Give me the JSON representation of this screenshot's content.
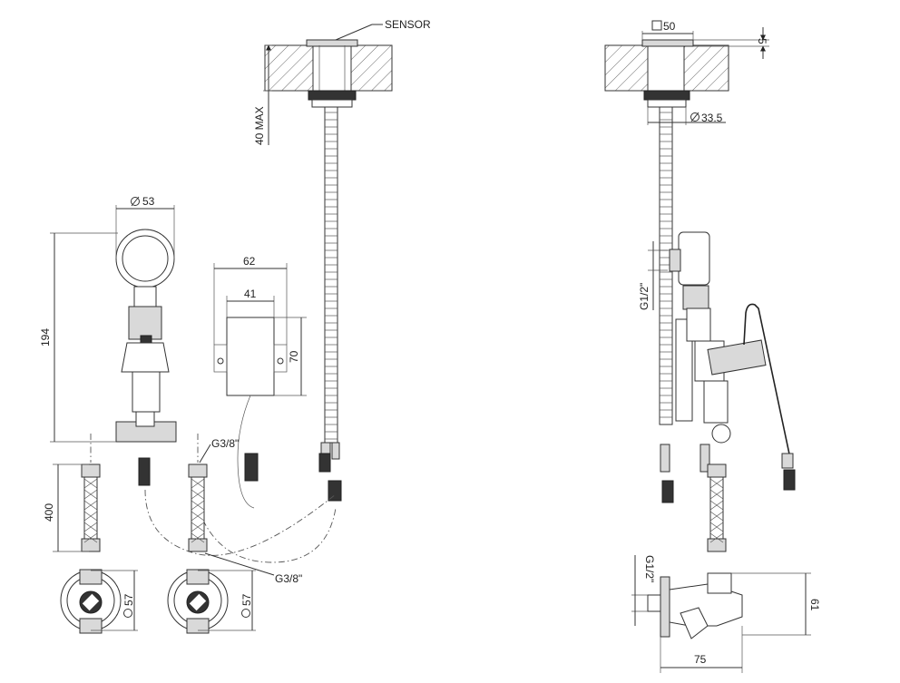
{
  "labels": {
    "sensor": "SENSOR",
    "dim_40max": "40 MAX",
    "dim_sq50": "50",
    "dim_5": "5",
    "dim_d335": "33.5",
    "dim_d53": "53",
    "dim_194": "194",
    "dim_62": "62",
    "dim_41": "41",
    "dim_70": "70",
    "dim_g38_top": "G3/8\"",
    "dim_g38_bottom": "G3/8\"",
    "dim_400": "400",
    "dim_d57_left": "57",
    "dim_d57_right": "57",
    "dim_g12_side": "G1/2\"",
    "dim_g12_bottom": "G1/2\"",
    "dim_61": "61",
    "dim_75": "75"
  }
}
